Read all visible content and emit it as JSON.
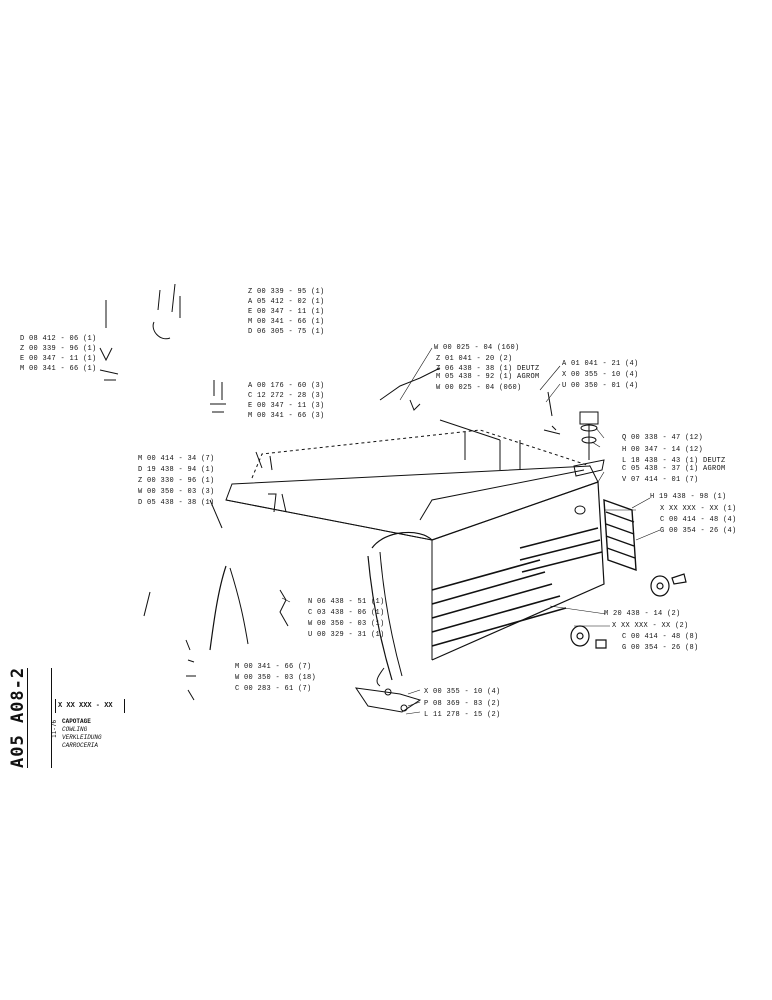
{
  "sheet": {
    "ref": "A05  A08-2",
    "date": "11-76",
    "part_number": "X XX XXX - XX",
    "titles": [
      "CAPOTAGE",
      "COWLING",
      "VERKLEIDUNG",
      "CARROCERIA"
    ]
  },
  "labels": [
    {
      "id": "l01",
      "text": "Z 00 339 - 95 (1)"
    },
    {
      "id": "l02",
      "text": "A 05 412 - 02 (1)"
    },
    {
      "id": "l03",
      "text": "E 00 347 - 11 (1)"
    },
    {
      "id": "l04",
      "text": "M 00 341 - 66 (1)"
    },
    {
      "id": "l05",
      "text": "D 06 305 - 75 (1)"
    },
    {
      "id": "l06",
      "text": "D 08 412 - 06 (1)"
    },
    {
      "id": "l07",
      "text": "Z 00 339 - 96 (1)"
    },
    {
      "id": "l08",
      "text": "E 00 347 - 11 (1)"
    },
    {
      "id": "l09",
      "text": "M 00 341 - 66 (1)"
    },
    {
      "id": "l10",
      "text": "A 00 176 - 60 (3)"
    },
    {
      "id": "l11",
      "text": "C 12 272 - 28 (3)"
    },
    {
      "id": "l12",
      "text": "E 00 347 - 11 (3)"
    },
    {
      "id": "l13",
      "text": "M 00 341 - 66 (3)"
    },
    {
      "id": "l14",
      "text": "W 00 025 - 04 (160)"
    },
    {
      "id": "l15",
      "text": "Z 01 041 - 20 (2)"
    },
    {
      "id": "l16",
      "text": "Z 06 438 - 38 (1) DEUTZ"
    },
    {
      "id": "l17",
      "text": "M 05 438 - 92 (1) AGROM"
    },
    {
      "id": "l18",
      "text": "W 00 025 - 04 (060)"
    },
    {
      "id": "l19",
      "text": "A 01 041 - 21 (4)"
    },
    {
      "id": "l20",
      "text": "X 00 355 - 10 (4)"
    },
    {
      "id": "l21",
      "text": "U 00 350 - 01 (4)"
    },
    {
      "id": "l22",
      "text": "Q 00 338 - 47 (12)"
    },
    {
      "id": "l23",
      "text": "H 00 347 - 14 (12)"
    },
    {
      "id": "l24",
      "text": "L 18 438 - 43 (1) DEUTZ"
    },
    {
      "id": "l25",
      "text": "C 05 438 - 37 (1) AGROM"
    },
    {
      "id": "l26",
      "text": "V 07 414 - 01 (7)"
    },
    {
      "id": "l27",
      "text": "H 19 438 - 98 (1)"
    },
    {
      "id": "l28",
      "text": "X XX XXX - XX (1)"
    },
    {
      "id": "l29",
      "text": "C 00 414 - 48 (4)"
    },
    {
      "id": "l30",
      "text": "G 00 354 - 26 (4)"
    },
    {
      "id": "l31",
      "text": "M 00 414 - 34 (7)"
    },
    {
      "id": "l32",
      "text": "D 19 438 - 94 (1)"
    },
    {
      "id": "l33",
      "text": "Z 00 330 - 96 (1)"
    },
    {
      "id": "l34",
      "text": "W 00 350 - 03 (3)"
    },
    {
      "id": "l35",
      "text": "D 05 438 - 38 (1)"
    },
    {
      "id": "l36",
      "text": "N 06 438 - 51 (1)"
    },
    {
      "id": "l37",
      "text": "C 03 438 - 06 (1)"
    },
    {
      "id": "l38",
      "text": "W 00 350 - 03 (1)"
    },
    {
      "id": "l39",
      "text": "U 00 329 - 31 (1)"
    },
    {
      "id": "l40",
      "text": "M 20 438 - 14 (2)"
    },
    {
      "id": "l41",
      "text": "X XX XXX - XX (2)"
    },
    {
      "id": "l42",
      "text": "C 00 414 - 48 (8)"
    },
    {
      "id": "l43",
      "text": "G 00 354 - 26 (8)"
    },
    {
      "id": "l44",
      "text": "M 00 341 - 66 (7)"
    },
    {
      "id": "l45",
      "text": "W 00 350 - 03 (18)"
    },
    {
      "id": "l46",
      "text": "C 00 283 - 61 (7)"
    },
    {
      "id": "l47",
      "text": "X 00 355 - 10 (4)"
    },
    {
      "id": "l48",
      "text": "P 08 369 - 83 (2)"
    },
    {
      "id": "l49",
      "text": "L 11 278 - 15 (2)"
    }
  ]
}
